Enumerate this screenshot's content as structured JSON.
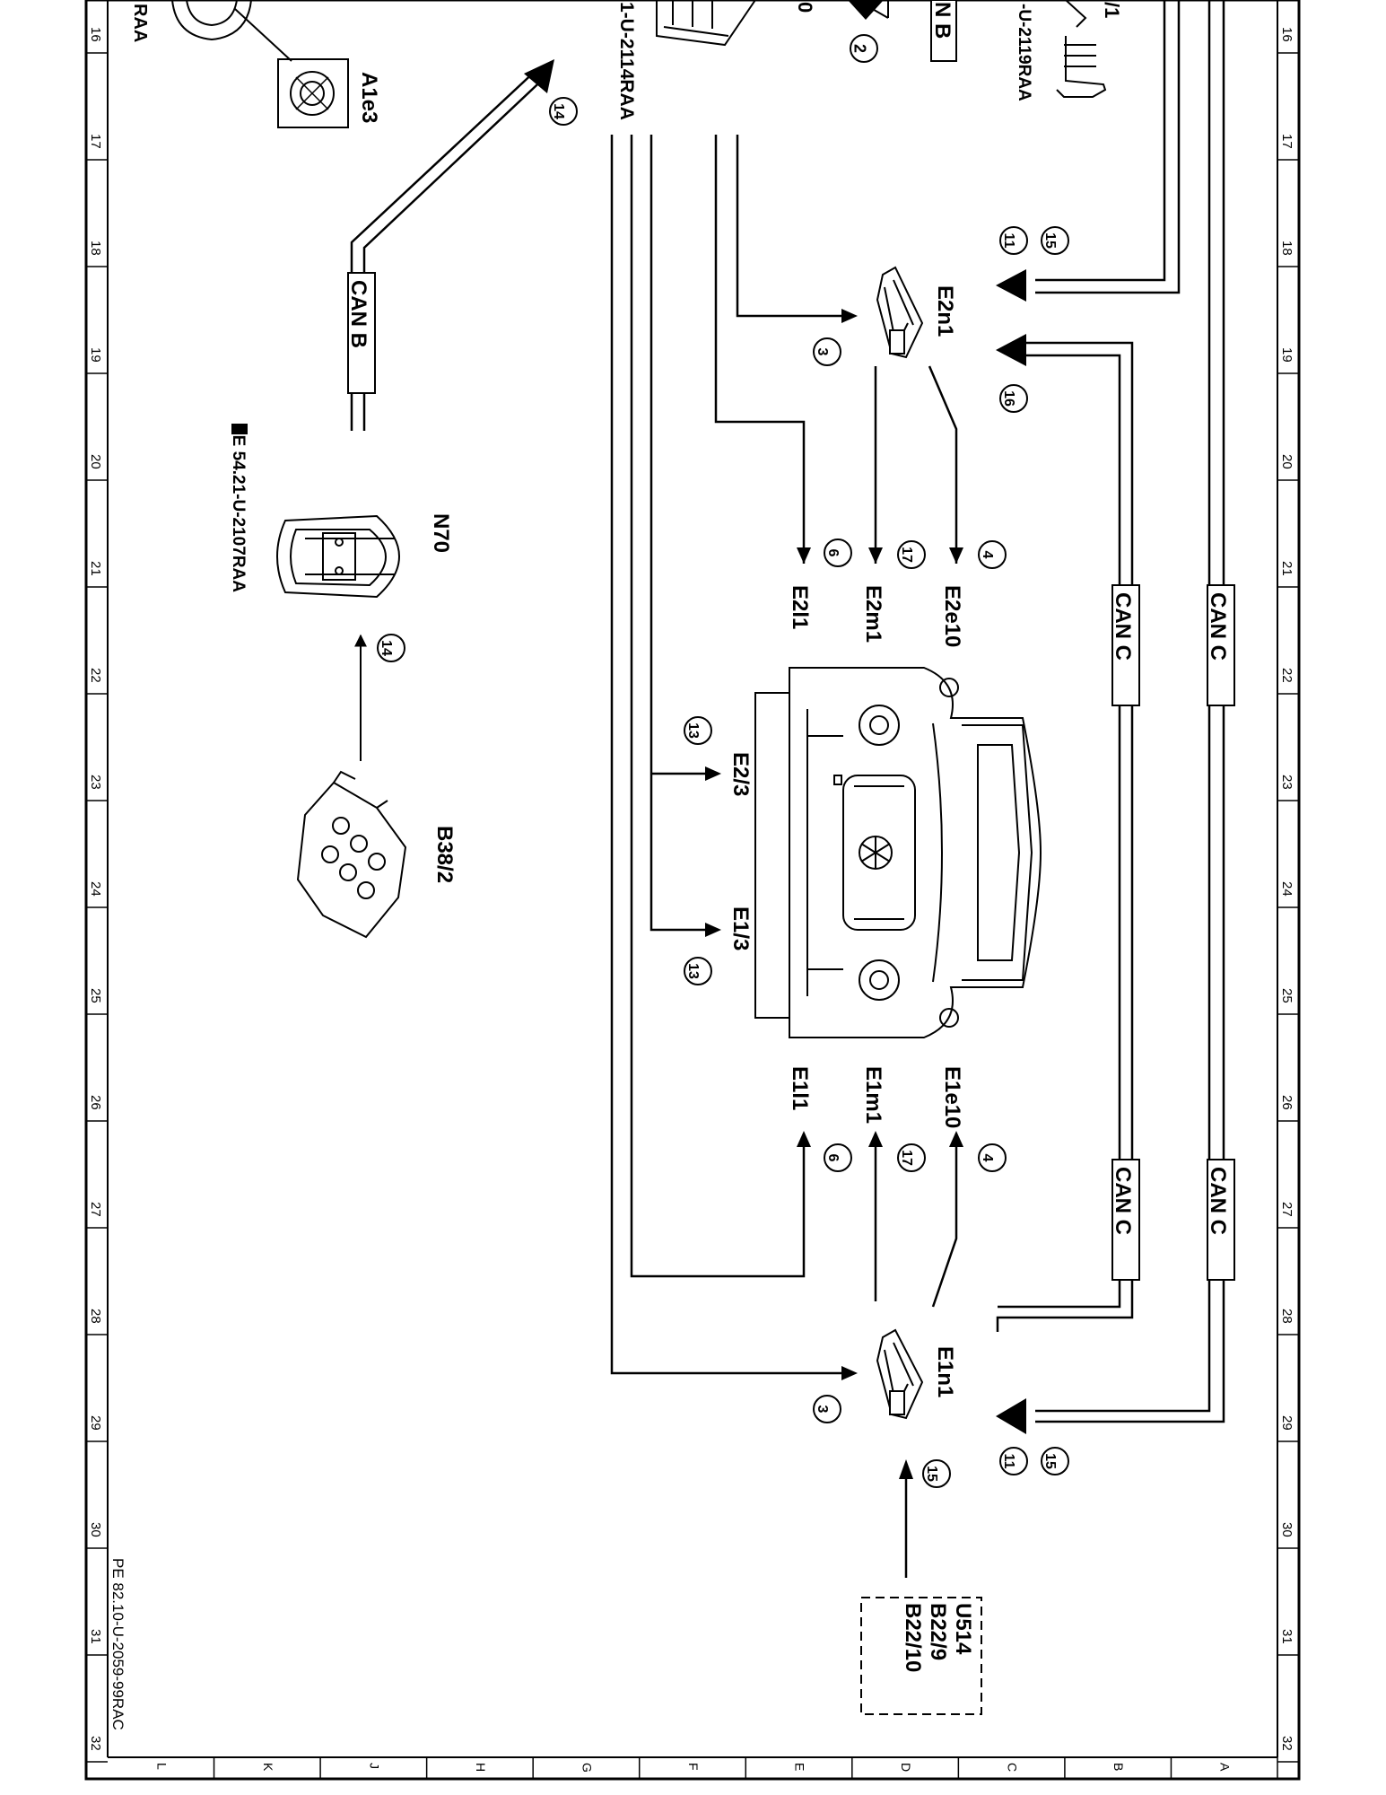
{
  "grid": {
    "columns": [
      "16",
      "17",
      "18",
      "19",
      "20",
      "21",
      "22",
      "23",
      "24",
      "25",
      "26",
      "27",
      "28",
      "29",
      "30",
      "31",
      "32"
    ],
    "rows": [
      "L",
      "K",
      "J",
      "H",
      "G",
      "F",
      "E",
      "D",
      "C",
      "B",
      "A"
    ]
  },
  "components": {
    "A1e3": "A1e3",
    "N70": "N70",
    "B38_2": "B38/2",
    "E2n1": "E2n1",
    "E1n1": "E1n1",
    "E2e10": "E2e10",
    "E2m1": "E2m1",
    "E2l1": "E2l1",
    "E1e10": "E1e10",
    "E1m1": "E1m1",
    "E1l1": "E1l1",
    "E2_3": "E2/3",
    "E1_3": "E1/3"
  },
  "u514": {
    "code": "U514",
    "line1": "B22/9",
    "line2": "B22/10"
  },
  "bus_labels": {
    "can_b": "CAN B",
    "can_c": "CAN C",
    "n_b": "N B"
  },
  "refs": {
    "pe_2114": "1-U-2114RAA",
    "pe_2119": "-U-2119RAA",
    "pe_n70": "PE 54.21-U-2107RAA",
    "raa": "RAA",
    "slash1": "/1",
    "zero": "0",
    "footer": "PE 82.10-U-2059-99RAC"
  },
  "callouts": {
    "c2": "2",
    "c14a": "14",
    "c14b": "14",
    "c11a": "11",
    "c15a": "15",
    "c3a": "3",
    "c16": "16",
    "c6a": "6",
    "c17a": "17",
    "c4a": "4",
    "c13a": "13",
    "c13b": "13",
    "c6b": "6",
    "c17b": "17",
    "c4b": "4",
    "c3b": "3",
    "c11b": "11",
    "c15b": "15",
    "c15c": "15"
  }
}
